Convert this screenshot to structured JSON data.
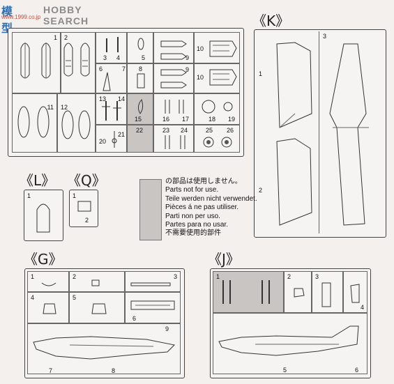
{
  "watermark": {
    "logo": "模型",
    "brand": "HOBBY SEARCH",
    "url": "www.1999.co.jp"
  },
  "sections": {
    "K": "《K》",
    "L": "《L》",
    "Q": "《Q》",
    "G": "《G》",
    "J": "《J》"
  },
  "notice": {
    "lines": [
      "の部品は使用しません。",
      "Parts not for use.",
      "Teile werden nicht verwendet.",
      "Pièces á ne pas utiliser.",
      "Parti non per uso.",
      "Partes para no usar.",
      "不需要使用的部件"
    ]
  },
  "runner_main": {
    "cells": [
      "1",
      "2",
      "3",
      "4",
      "5",
      "9",
      "10",
      "6",
      "7",
      "8",
      "9",
      "10",
      "11",
      "12",
      "13",
      "14",
      "15",
      "16",
      "17",
      "18",
      "19",
      "20",
      "21",
      "22",
      "23",
      "24",
      "25",
      "26"
    ]
  },
  "runner_K": {
    "cells": [
      "1",
      "2",
      "3"
    ]
  },
  "runner_L": {
    "cells": [
      "1"
    ]
  },
  "runner_Q": {
    "cells": [
      "1",
      "2"
    ]
  },
  "runner_G": {
    "cells": [
      "1",
      "2",
      "3",
      "4",
      "5",
      "6",
      "7",
      "8",
      "9"
    ]
  },
  "runner_J": {
    "cells": [
      "1",
      "2",
      "3",
      "4",
      "5",
      "6"
    ]
  }
}
